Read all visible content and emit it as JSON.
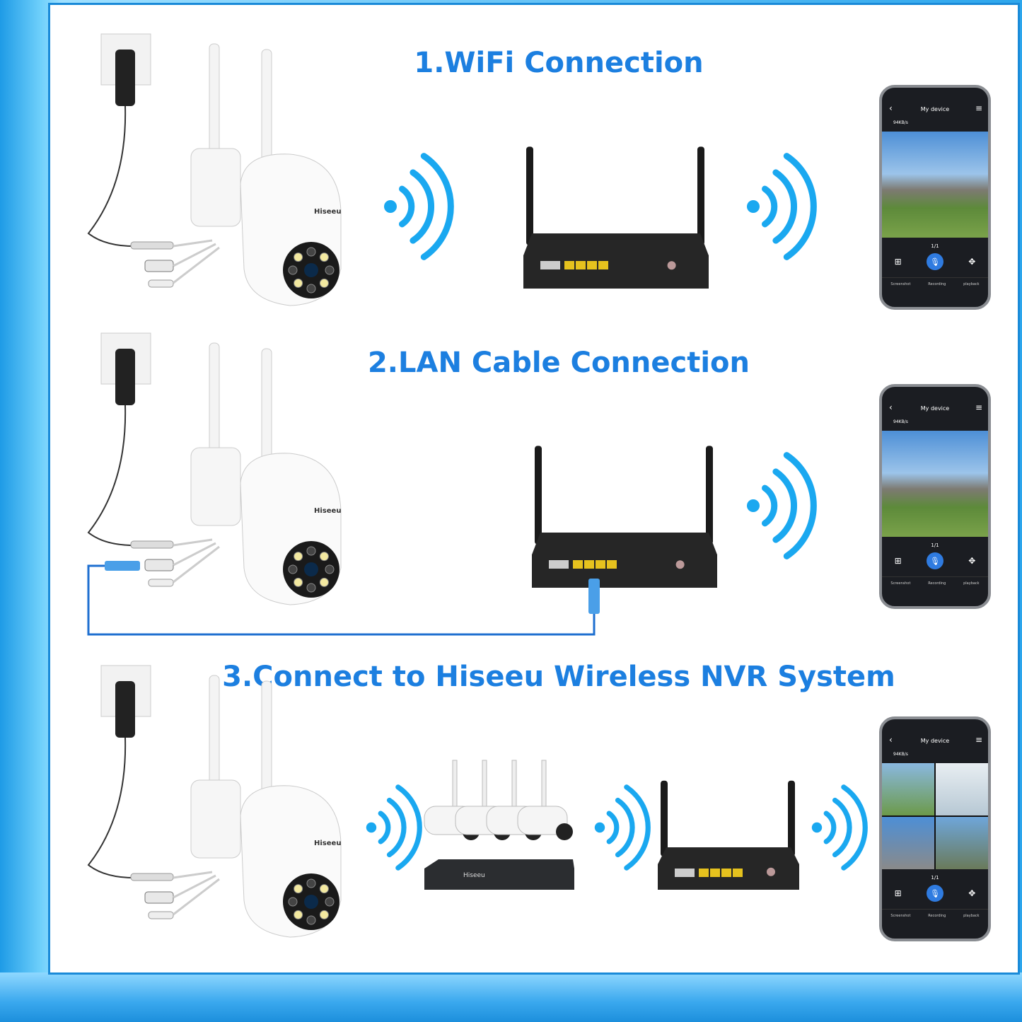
{
  "titles": [
    "1.WiFi Connection",
    "2.LAN Cable Connection",
    "3.Connect to Hiseeu Wireless NVR System"
  ],
  "brand": "Hiseeu",
  "phone": {
    "title": "My device",
    "speed": "94KB/s",
    "page": "1/1",
    "buttons": [
      "Screenshot",
      "Recording",
      "playback"
    ],
    "icons": [
      "back-icon",
      "menu-icon",
      "grid-icon",
      "microphone-icon",
      "ptz-direction-icon"
    ]
  },
  "colors": {
    "accent": "#1c7fe0",
    "wifi": "#1aa8f0",
    "frame": "#2da6ec",
    "lan_cable": "#1e6fd0"
  }
}
